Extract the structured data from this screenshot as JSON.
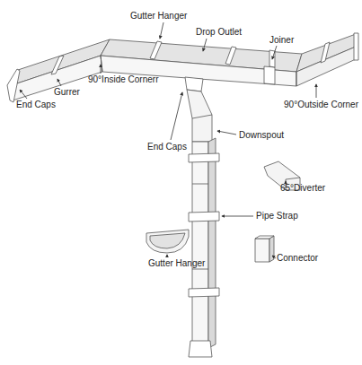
{
  "diagram": {
    "labels": [
      "Gutter Hanger",
      "Drop Outlet",
      "Joiner",
      "End Caps",
      "Gurrer",
      "90°Inside Cornerr",
      "End Caps",
      "Downspout",
      "90°Outside Corner",
      "65°Diverter",
      "Pipe Strap",
      "Gutter Hanger",
      "Connector"
    ]
  }
}
